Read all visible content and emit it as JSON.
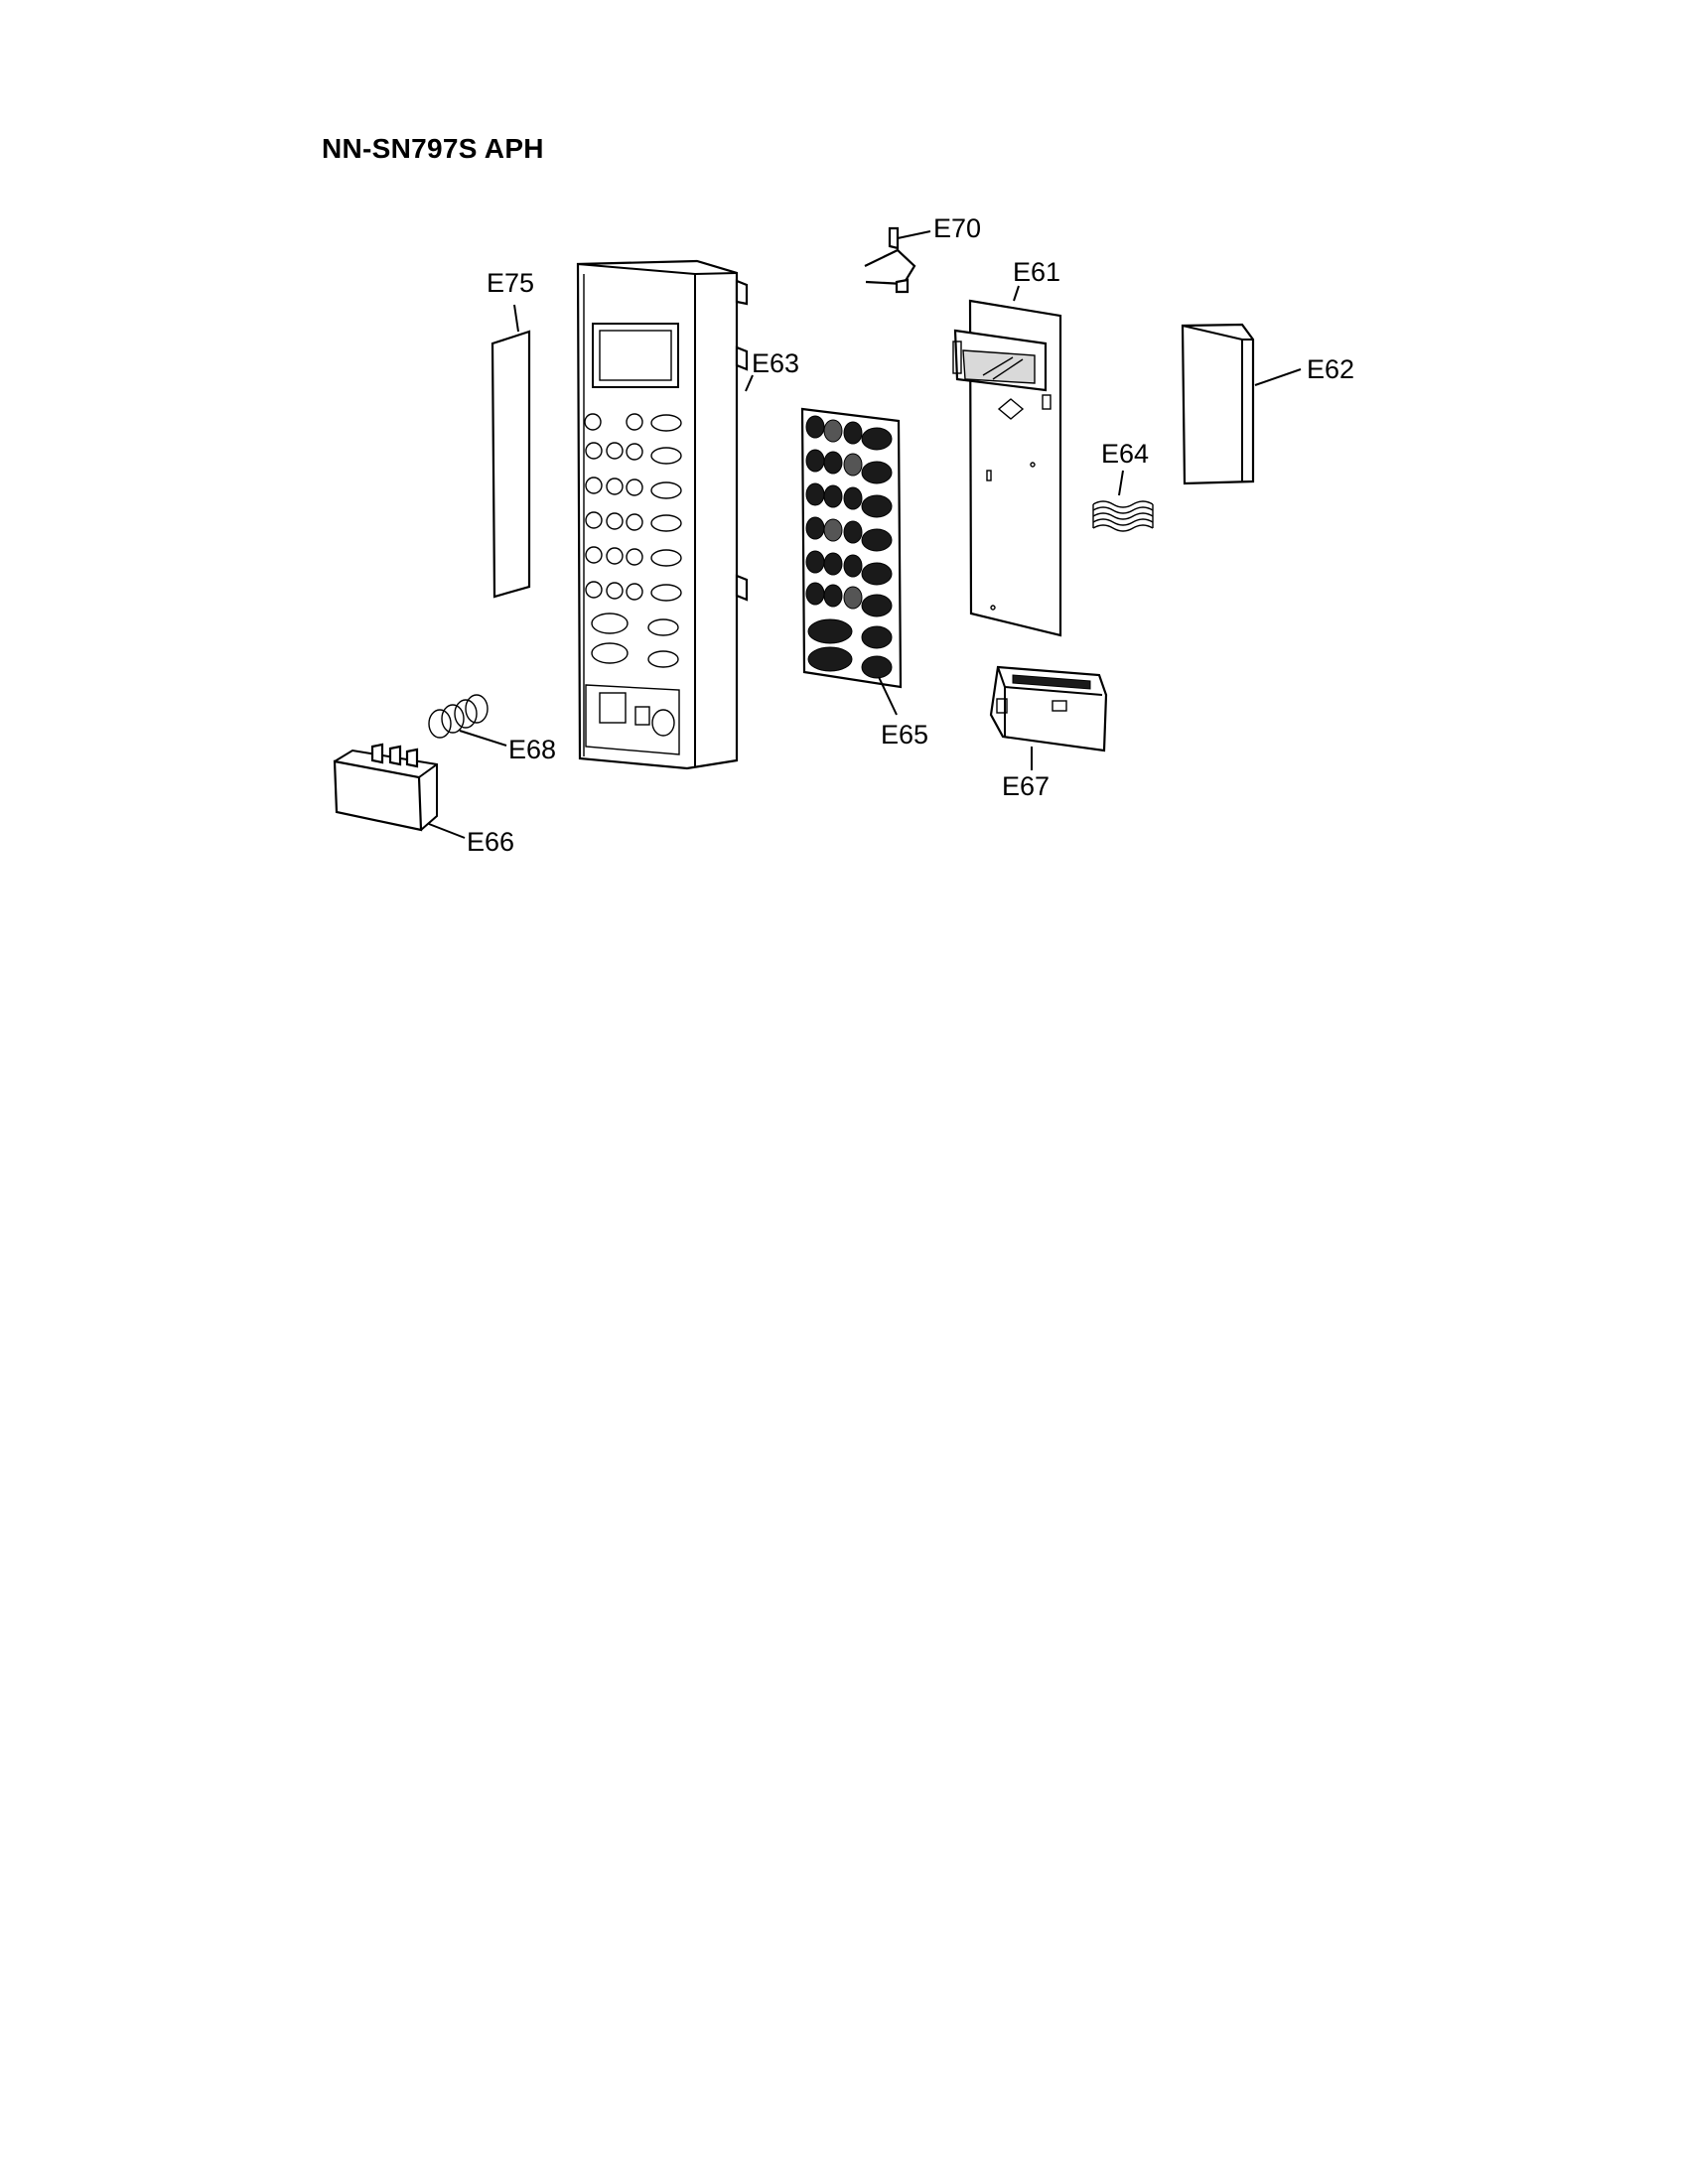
{
  "title": "NN-SN797S APH",
  "parts": [
    {
      "id": "e75",
      "label": "E75"
    },
    {
      "id": "e63",
      "label": "E63"
    },
    {
      "id": "e70",
      "label": "E70"
    },
    {
      "id": "e61",
      "label": "E61"
    },
    {
      "id": "e62",
      "label": "E62"
    },
    {
      "id": "e64",
      "label": "E64"
    },
    {
      "id": "e65",
      "label": "E65"
    },
    {
      "id": "e67",
      "label": "E67"
    },
    {
      "id": "e68",
      "label": "E68"
    },
    {
      "id": "e66",
      "label": "E66"
    }
  ]
}
